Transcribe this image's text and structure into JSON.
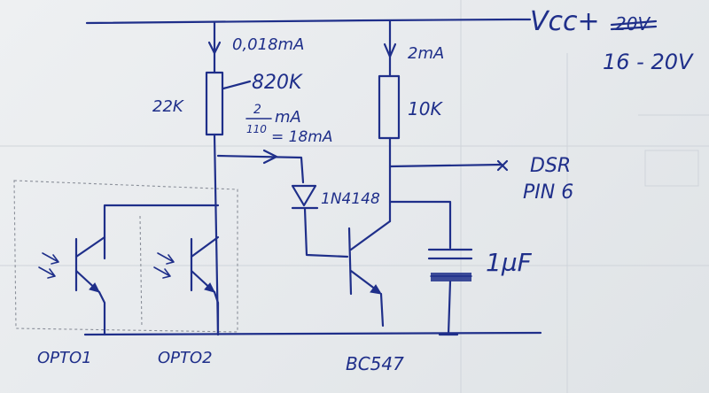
{
  "labels": {
    "vcc": "Vcc+",
    "vcc_strike": "20V",
    "vcc_range": "16 - 20V",
    "current_left": "0,018mA",
    "r_upper": "820K",
    "r_side": "22K",
    "frac_num": "2",
    "frac_den": "110",
    "frac_unit": "mA",
    "frac_result": "= 18mA",
    "current_right": "2mA",
    "r_right": "10K",
    "dsr": "DSR",
    "pin": "PIN 6",
    "diode": "1N4148",
    "cap": "1µF",
    "opto1": "OPTO1",
    "opto2": "OPTO2",
    "transistor": "BC547"
  },
  "colors": {
    "ink": "#1f2f8a",
    "paper": "#e9ecef",
    "dashed": "#8a8f99"
  }
}
